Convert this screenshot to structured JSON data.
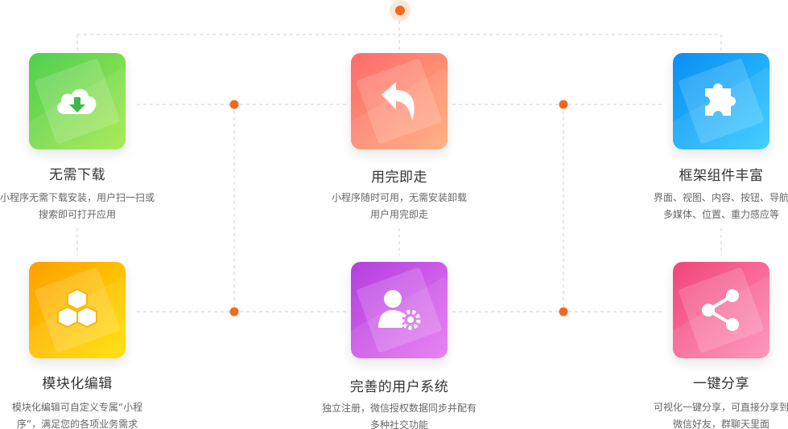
{
  "features": [
    {
      "title": "无需下载",
      "desc": [
        "小程序无需下载安装，用户扫一扫或",
        "搜索即可打开应用"
      ],
      "icon": "cloud-download-icon",
      "colors": [
        "#4fcf52",
        "#a6e84d"
      ]
    },
    {
      "title": "用完即走",
      "desc": [
        "小程序随时可用，无需安装卸载",
        "用户用完即走"
      ],
      "icon": "return-arrow-icon",
      "colors": [
        "#ff6c6c",
        "#ffab7a"
      ]
    },
    {
      "title": "框架组件丰富",
      "desc": [
        "界面、视图、内容、按钮、导航",
        "多媒体、位置、重力感应等"
      ],
      "icon": "puzzle-icon",
      "colors": [
        "#0a8ef4",
        "#33ccff"
      ]
    },
    {
      "title": "模块化编辑",
      "desc": [
        "模块化编辑可自定义专属“小程",
        "序”，满足您的各项业务需求"
      ],
      "icon": "cubes-icon",
      "colors": [
        "#ff9f00",
        "#ffe100"
      ]
    },
    {
      "title": "完善的用户系统",
      "desc": [
        "独立注册，微信授权数据同步并配有",
        "多种社交功能"
      ],
      "icon": "user-settings-icon",
      "colors": [
        "#b43fe0",
        "#e679f0"
      ]
    },
    {
      "title": "一键分享",
      "desc": [
        "可视化一键分享，可直接分享到",
        "微信好友，群聊天里面"
      ],
      "icon": "share-icon",
      "colors": [
        "#f0457a",
        "#ff8fb8"
      ]
    }
  ],
  "accent_color": "#f06a1e"
}
